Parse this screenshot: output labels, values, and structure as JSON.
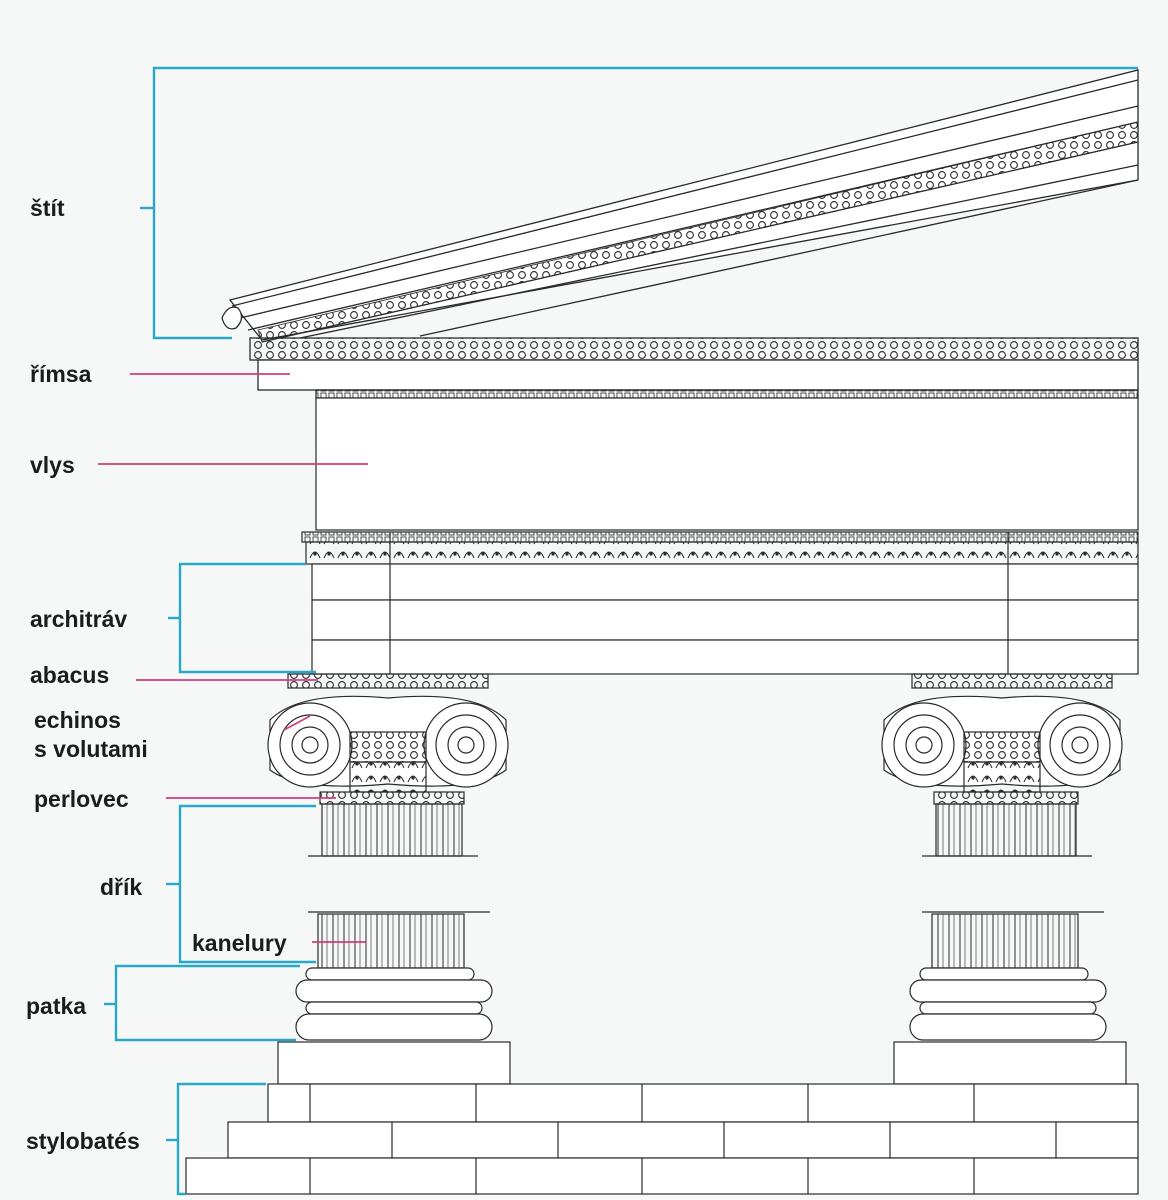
{
  "labels": {
    "stit": "štít",
    "rimsa": "římsa",
    "vlys": "vlys",
    "architrav": "architráv",
    "abacus": "abacus",
    "echinos_line1": "echinos",
    "echinos_line2": "s volutami",
    "perlovec": "perlovec",
    "drik": "dřík",
    "kanelury": "kanelury",
    "patka": "patka",
    "stylobates": "stylobatés"
  },
  "colors": {
    "background": "#f6f8f7",
    "bracket": "#2aa6c6",
    "leader": "#d43d7e",
    "ink": "#2a2a2a"
  }
}
